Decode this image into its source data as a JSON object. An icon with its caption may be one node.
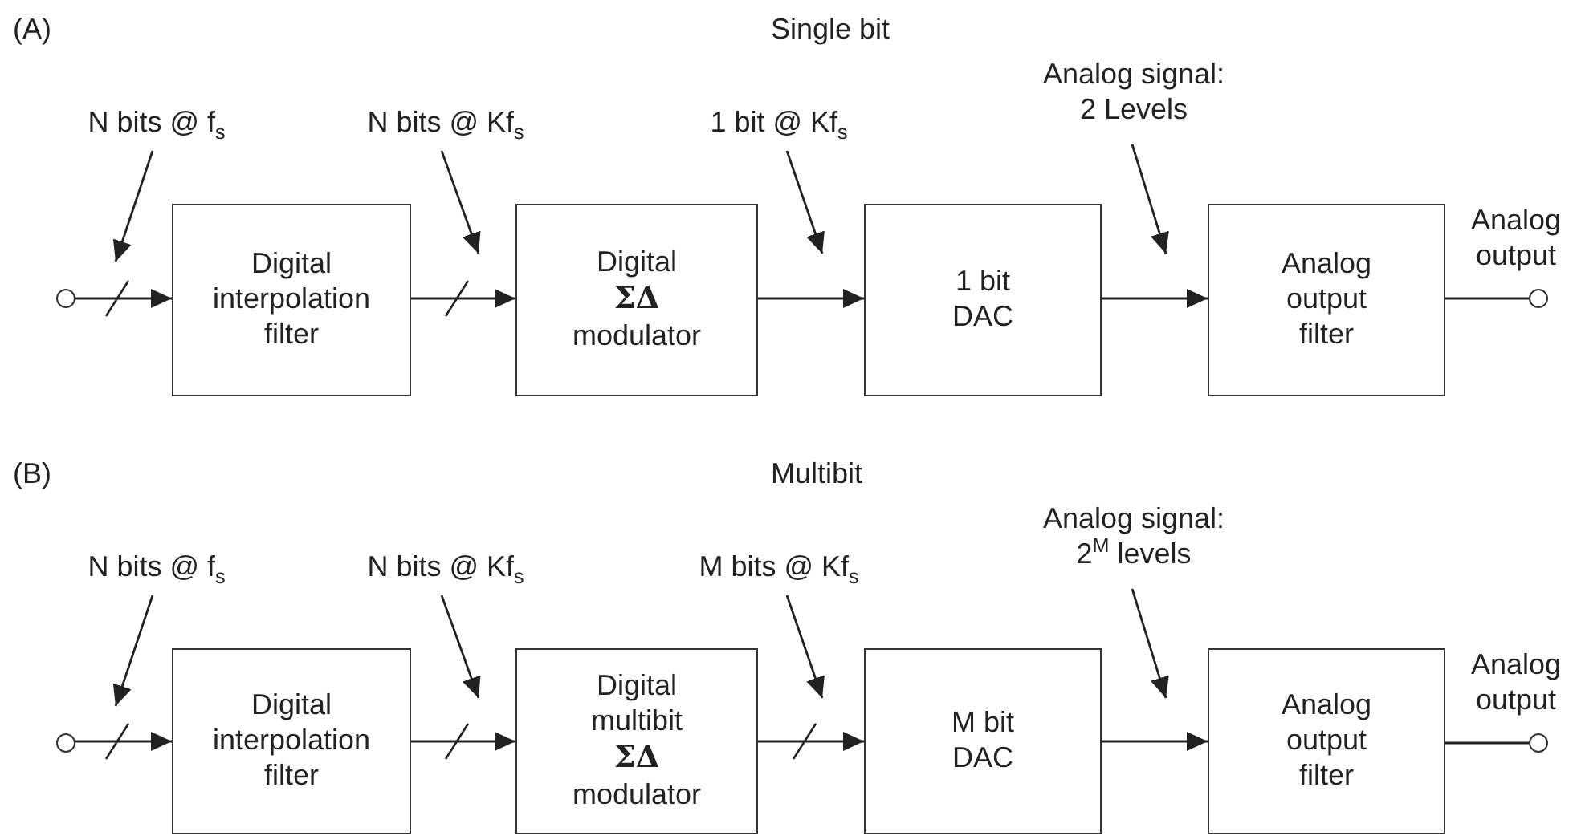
{
  "diagram": {
    "nodes": [
      {
        "text": [],
        "shape": "circle"
      },
      {
        "text": [
          "Digital interpolation filter"
        ]
      },
      {
        "text": [
          "Digital **ΣΔ** modulator"
        ]
      },
      {
        "text": [
          "1 bit DAC"
        ]
      },
      {
        "text": [
          "Analog output filter"
        ]
      },
      {
        "text": [],
        "shape": "circle",
        "beside": [
          "Analog output"
        ]
      },
      {
        "text": [
          "N bits @ f$_{s}$"
        ]
      },
      {
        "text": [
          "N bits @ Kf$_{s}$"
        ]
      },
      {
        "text": [
          "1 bit @ Kf$_{s}$"
        ]
      },
      {
        "text": [
          "Analog signal: 2 Levels"
        ]
      },
      {
        "text": [],
        "shape": "circle"
      },
      {
        "text": [
          "Digital interpolation filter"
        ]
      },
      {
        "text": [
          "Digital multibit **ΣΔ** modulator"
        ]
      },
      {
        "text": [
          "M bit DAC"
        ]
      },
      {
        "text": [
          "Analog output filter"
        ]
      },
      {
        "text": [],
        "shape": "circle",
        "beside": [
          "Analog output"
        ]
      },
      {
        "text": [
          "N bits @ f$_{s}$"
        ]
      },
      {
        "text": [
          "N bits @ Kf$_{s}$"
        ]
      },
      {
        "text": [
          "M bits @ Kf$_{s}$"
        ]
      },
      {
        "text": [
          "Analog signal: 2$^{M}$ levels"
        ]
      }
    ],
    "edges": [
      {
        "from": 0,
        "to": 1,
        "arrow": "to"
      },
      {
        "from": 1,
        "to": 2,
        "arrow": "to"
      },
      {
        "from": 2,
        "to": 3,
        "arrow": "to"
      },
      {
        "from": 3,
        "to": 4,
        "arrow": "to"
      },
      {
        "from": 4,
        "to": 5,
        "arrow": "none"
      },
      {
        "from": 6,
        "to": null,
        "arrow": "to"
      },
      {
        "from": 7,
        "to": 2,
        "arrow": "to"
      },
      {
        "from": 8,
        "to": 3,
        "arrow": "to"
      },
      {
        "from": 9,
        "to": 4,
        "arrow": "to"
      },
      {
        "from": 10,
        "to": 11,
        "arrow": "to"
      },
      {
        "from": 11,
        "to": 12,
        "arrow": "to"
      },
      {
        "from": 12,
        "to": 13,
        "arrow": "to"
      },
      {
        "from": 13,
        "to": 14,
        "arrow": "to"
      },
      {
        "from": 14,
        "to": 15,
        "arrow": "none"
      },
      {
        "from": 16,
        "to": null,
        "arrow": "to"
      },
      {
        "from": 17,
        "to": 12,
        "arrow": "to"
      },
      {
        "from": 18,
        "to": 13,
        "arrow": "to"
      },
      {
        "from": 19,
        "to": 14,
        "arrow": "to"
      }
    ],
    "labels": [
      "(A)",
      "Single bit",
      "(B)",
      "Multibit"
    ]
  }
}
